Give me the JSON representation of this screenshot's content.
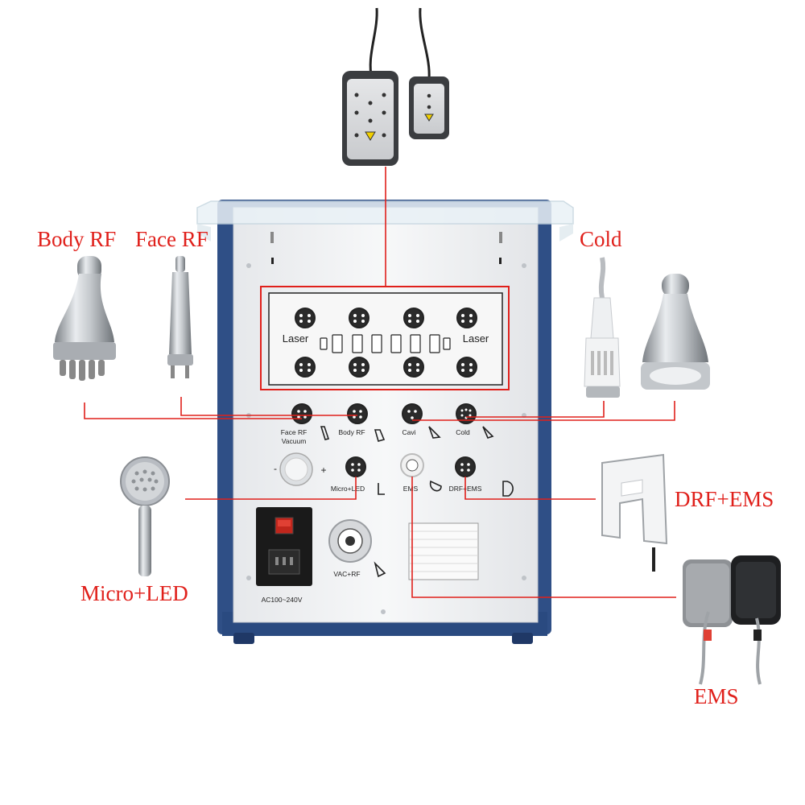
{
  "colors": {
    "callout": "#e0201b",
    "panel": "#f4f5f7",
    "base": "#2a4a80",
    "metal": "#b8bcc2"
  },
  "callouts": {
    "body_rf": "Body RF",
    "face_rf": "Face RF",
    "cold": "Cold",
    "drf_ems": "DRF+EMS",
    "micro_led": "Micro+LED",
    "ems": "EMS"
  },
  "panel": {
    "laser_left": "Laser",
    "laser_right": "Laser",
    "port_face_rf": "Face RF",
    "port_body_rf": "Body RF",
    "port_cavi": "Cavi",
    "port_cold": "Cold",
    "vacuum": "Vacuum",
    "minus": "-",
    "plus": "+",
    "port_micro_led": "Micro+LED",
    "port_ems": "EMS",
    "port_drf_ems": "DRF+EMS",
    "port_vac_rf": "VAC+RF",
    "power": "AC100~240V"
  }
}
